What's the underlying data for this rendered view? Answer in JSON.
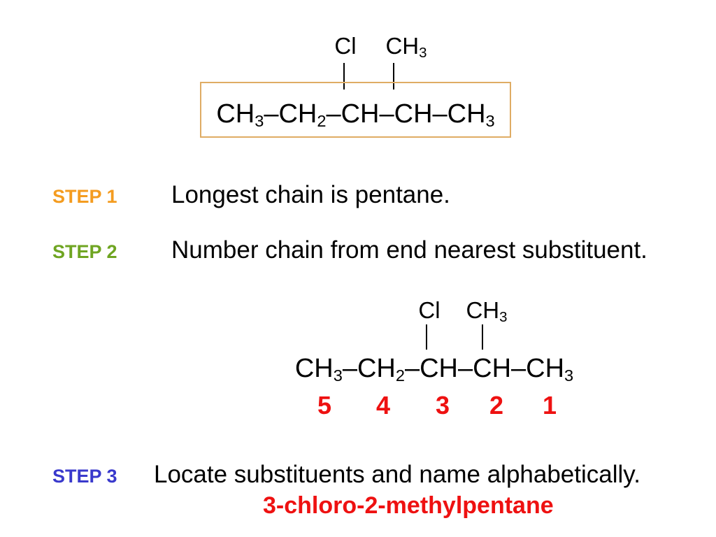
{
  "colors": {
    "step1": "#F49C20",
    "step2": "#6FA522",
    "step3": "#3939CC",
    "highlight_red": "#EE1111",
    "box_border": "#DFAC64"
  },
  "steps": [
    {
      "label": "STEP 1",
      "text": "Longest chain is pentane."
    },
    {
      "label": "STEP 2",
      "text": "Number chain from end nearest substituent."
    },
    {
      "label": "STEP 3",
      "text": "Locate substituents and name alphabetically."
    }
  ],
  "answer": "3-chloro-2-methylpentane",
  "structure1": {
    "substituents": [
      [
        {
          "text": "Cl"
        }
      ],
      [
        {
          "text": "CH",
          "sub": "3"
        }
      ]
    ],
    "chain": [
      {
        "text": "CH",
        "sub": "3"
      },
      {
        "text": "–CH",
        "sub": "2"
      },
      {
        "text": "–CH–CH–CH",
        "sub": "3"
      }
    ]
  },
  "structure2": {
    "substituents": [
      [
        {
          "text": "Cl"
        }
      ],
      [
        {
          "text": "CH",
          "sub": "3"
        }
      ]
    ],
    "chain": [
      {
        "text": "CH",
        "sub": "3"
      },
      {
        "text": "–CH",
        "sub": "2"
      },
      {
        "text": "–CH–CH–CH",
        "sub": "3"
      }
    ],
    "numbering": [
      "5",
      "4",
      "3",
      "2",
      "1"
    ]
  }
}
